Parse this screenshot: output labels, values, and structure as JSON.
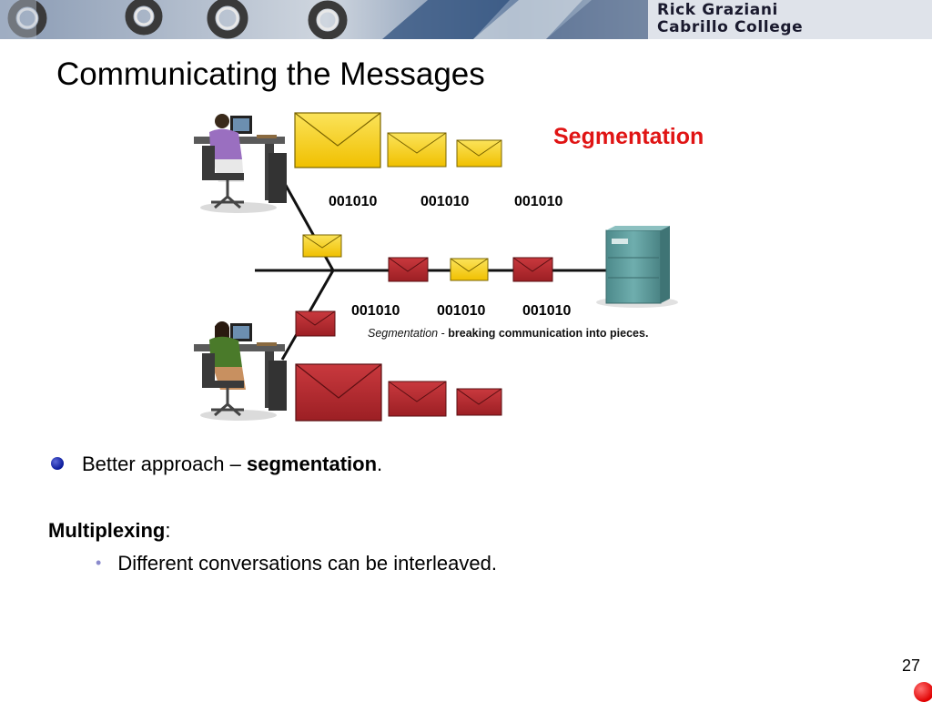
{
  "banner": {
    "line1": "Rick Graziani",
    "line2": "Cabrillo College"
  },
  "slide": {
    "title": "Communicating the Messages",
    "diagram_label": "Segmentation",
    "bits_top": [
      "001010",
      "001010",
      "001010"
    ],
    "bits_bottom": [
      "001010",
      "001010",
      "001010"
    ],
    "caption_term": "Segmentation",
    "caption_sep": " - ",
    "caption_desc": "breaking communication into pieces.",
    "bullet_prefix": "Better approach – ",
    "bullet_bold": "segmentation",
    "bullet_suffix": ".",
    "heading_bold": "Multiplexing",
    "heading_suffix": ":",
    "sub_bullet": "Different conversations can be interleaved.",
    "page_number": "27"
  },
  "colors": {
    "accent_red": "#e01414",
    "envelope_yellow": "#f7d01e",
    "envelope_red": "#b5262c",
    "server_teal": "#5f9e9e"
  }
}
